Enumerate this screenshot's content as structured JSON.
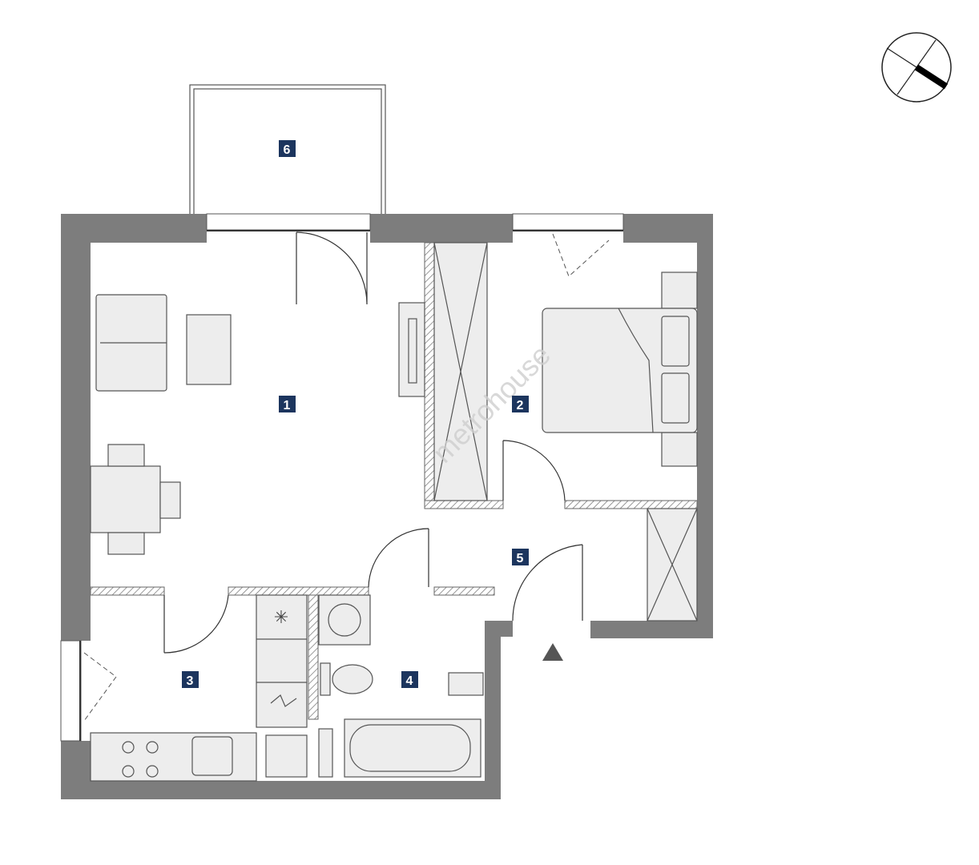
{
  "rooms": [
    {
      "number": "1"
    },
    {
      "number": "2"
    },
    {
      "number": "3"
    },
    {
      "number": "4"
    },
    {
      "number": "5"
    },
    {
      "number": "6"
    }
  ],
  "watermark": "metrohouse",
  "colors": {
    "wall": "#7d7d7d",
    "badge": "#1c355e",
    "furniture": "#ededed"
  }
}
